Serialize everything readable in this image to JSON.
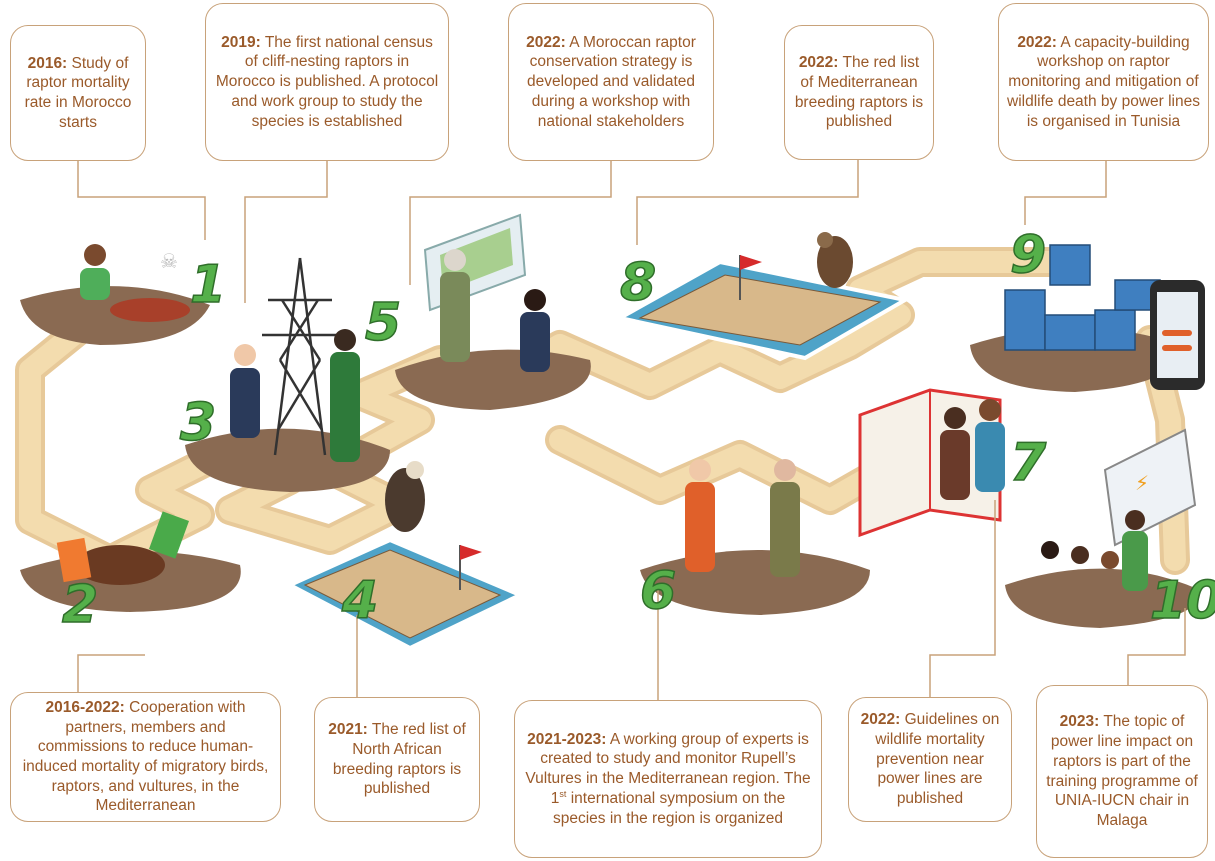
{
  "steps": [
    {
      "n": "1",
      "year": "2016:",
      "text": " Study of raptor mortality rate in Morocco starts"
    },
    {
      "n": "2",
      "year": "2016-2022:",
      "text": " Cooperation with partners, members and commissions to reduce human-induced mortality of migratory birds, raptors, and vultures, in the Mediterranean"
    },
    {
      "n": "3",
      "year": "2019:",
      "text": " The first national census of cliff-nesting raptors in Morocco is published. A protocol and work group to study the species is established"
    },
    {
      "n": "4",
      "year": "2021:",
      "text": " The red list of North African breeding raptors is published"
    },
    {
      "n": "5",
      "year": "2022:",
      "text": " A Moroccan raptor conservation strategy is developed and validated during a workshop with national stakeholders"
    },
    {
      "n": "6",
      "year": "2021-2023:",
      "text": " A working group of experts is created to study and monitor Rupell’s Vultures in the Mediterranean region. The 1",
      "sup": "st",
      "text2": " international symposium on the species in the region is organized"
    },
    {
      "n": "7",
      "year": "2022:",
      "text": " Guidelines on wildlife mortality prevention near power lines are published"
    },
    {
      "n": "8",
      "year": "2022:",
      "text": " The red list of Mediterranean breeding raptors is published"
    },
    {
      "n": "9",
      "year": "2022:",
      "text": " A capacity-building workshop on raptor monitoring and mitigation of wildlife death by power lines is organised in Tunisia"
    },
    {
      "n": "10",
      "year": "2023:",
      "text": " The topic of power line impact on raptors is part of the training programme of UNIA-IUCN chair in Malaga"
    }
  ],
  "colors": {
    "box_border": "#c8a27a",
    "box_text": "#9a5a2a",
    "path_fill": "#f2d9a6",
    "island_fill": "#8a6a52",
    "number_green": "#55b04a"
  }
}
